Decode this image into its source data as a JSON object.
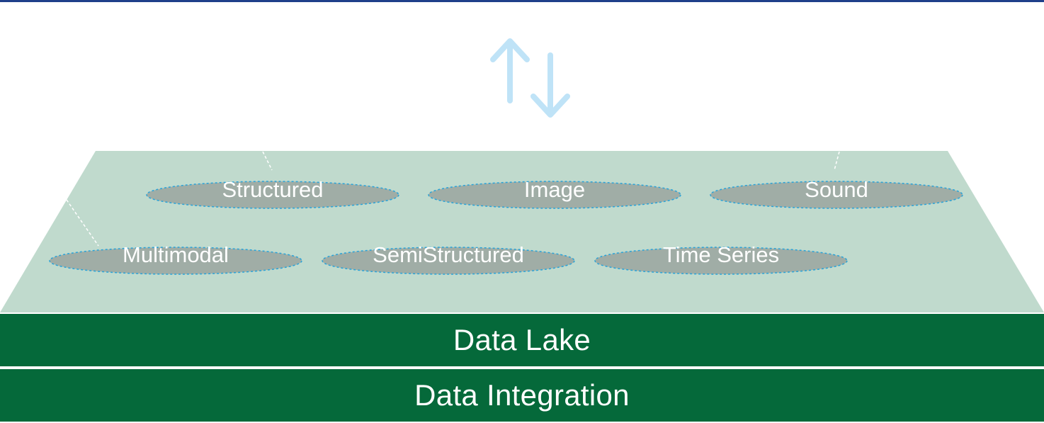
{
  "layers": {
    "data_lake": "Data Lake",
    "data_integration": "Data Integration"
  },
  "data_types": [
    "Structured",
    "Image",
    "Sound",
    "Multimodal",
    "SemiStructured",
    "Time Series"
  ],
  "colors": {
    "platform": "#c0dacd",
    "band": "#05693a",
    "ellipse_fill": "#a0ada6",
    "ellipse_border": "#29a3d9",
    "arrow": "#bfe3f7",
    "top_rule": "#1f3f8a"
  },
  "icons": {
    "sync": "bidirectional-arrows-icon"
  }
}
